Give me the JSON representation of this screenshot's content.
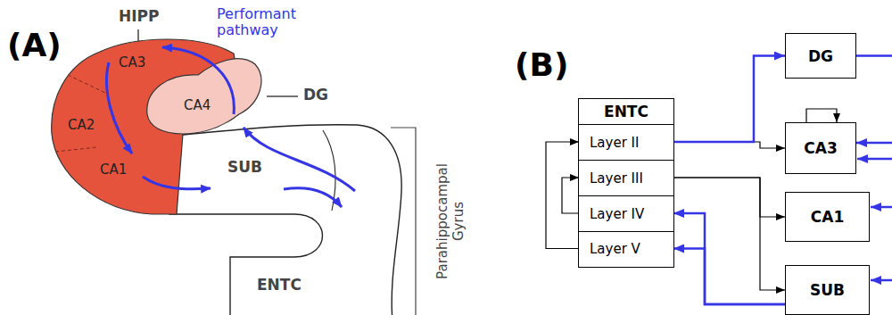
{
  "diagram": {
    "nodes": [
      {
        "text": [
          "ENTC"
        ]
      },
      {
        "text": [
          "Layer II"
        ],
        "in": 0
      },
      {
        "text": [
          "Layer III"
        ],
        "in": 0
      },
      {
        "text": [
          "Layer IV"
        ],
        "in": 0
      },
      {
        "text": [
          "Layer V"
        ],
        "in": 0
      },
      {
        "text": [
          "DG"
        ]
      },
      {
        "text": [
          "CA3"
        ]
      },
      {
        "text": [
          "CA1"
        ]
      },
      {
        "text": [
          "SUB"
        ]
      }
    ],
    "edges": [
      {
        "from": 1,
        "to": 5,
        "arrow": "to"
      },
      {
        "from": 1,
        "to": 6,
        "arrow": "to"
      },
      {
        "from": 2,
        "to": 7,
        "arrow": "to"
      },
      {
        "from": 2,
        "to": 8,
        "arrow": "to"
      },
      {
        "from": 4,
        "to": 1,
        "arrow": "to"
      },
      {
        "from": 3,
        "to": 2,
        "arrow": "to"
      },
      {
        "from": 6,
        "to": 6,
        "arrow": "to"
      },
      {
        "from": 5,
        "to": 6,
        "arrow": "to"
      },
      {
        "from": 8,
        "to": 3,
        "arrow": "to"
      },
      {
        "from": 8,
        "to": 4,
        "arrow": "to"
      }
    ],
    "labels": [
      "(A)",
      "HIPP",
      "Performant pathway",
      "CA3",
      "CA4",
      "CA2",
      "DG",
      "SUB",
      "CA1",
      "ENTC",
      "Parahippocampal Gyrus",
      "(B)"
    ]
  }
}
